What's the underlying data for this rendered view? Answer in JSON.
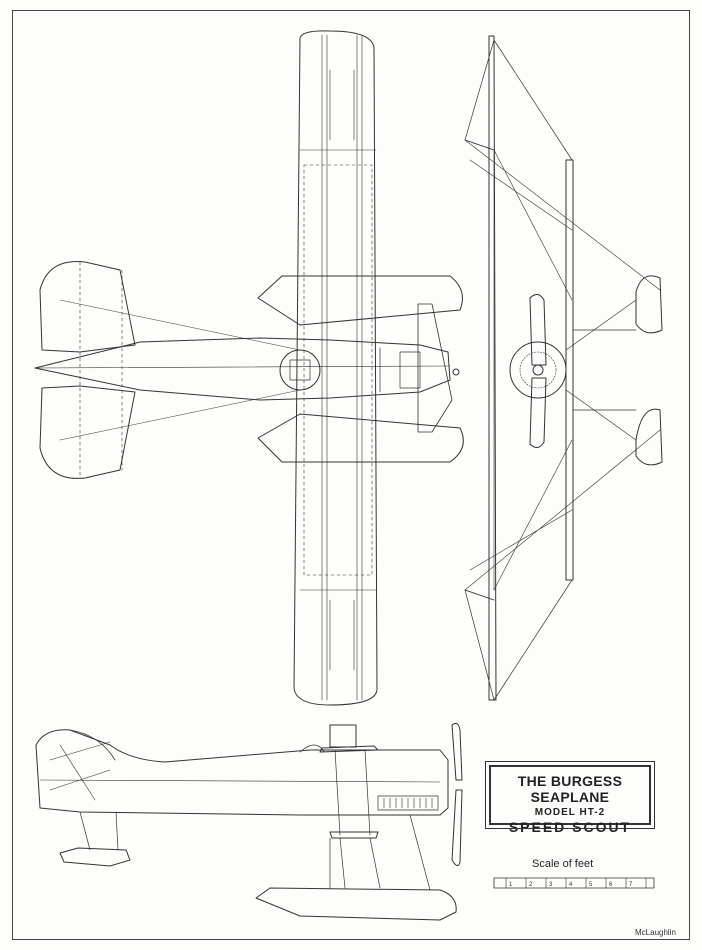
{
  "title": {
    "line1": "THE BURGESS SEAPLANE",
    "line2": "MODEL HT-2",
    "line3": "SPEED SCOUT"
  },
  "scale": {
    "label": "Scale of feet",
    "ticks": [
      "1",
      "2",
      "3",
      "4",
      "5",
      "6",
      "7"
    ]
  },
  "signature": "McLaughlin",
  "colors": {
    "ink": "#333333",
    "paper": "#fdfdfb"
  }
}
